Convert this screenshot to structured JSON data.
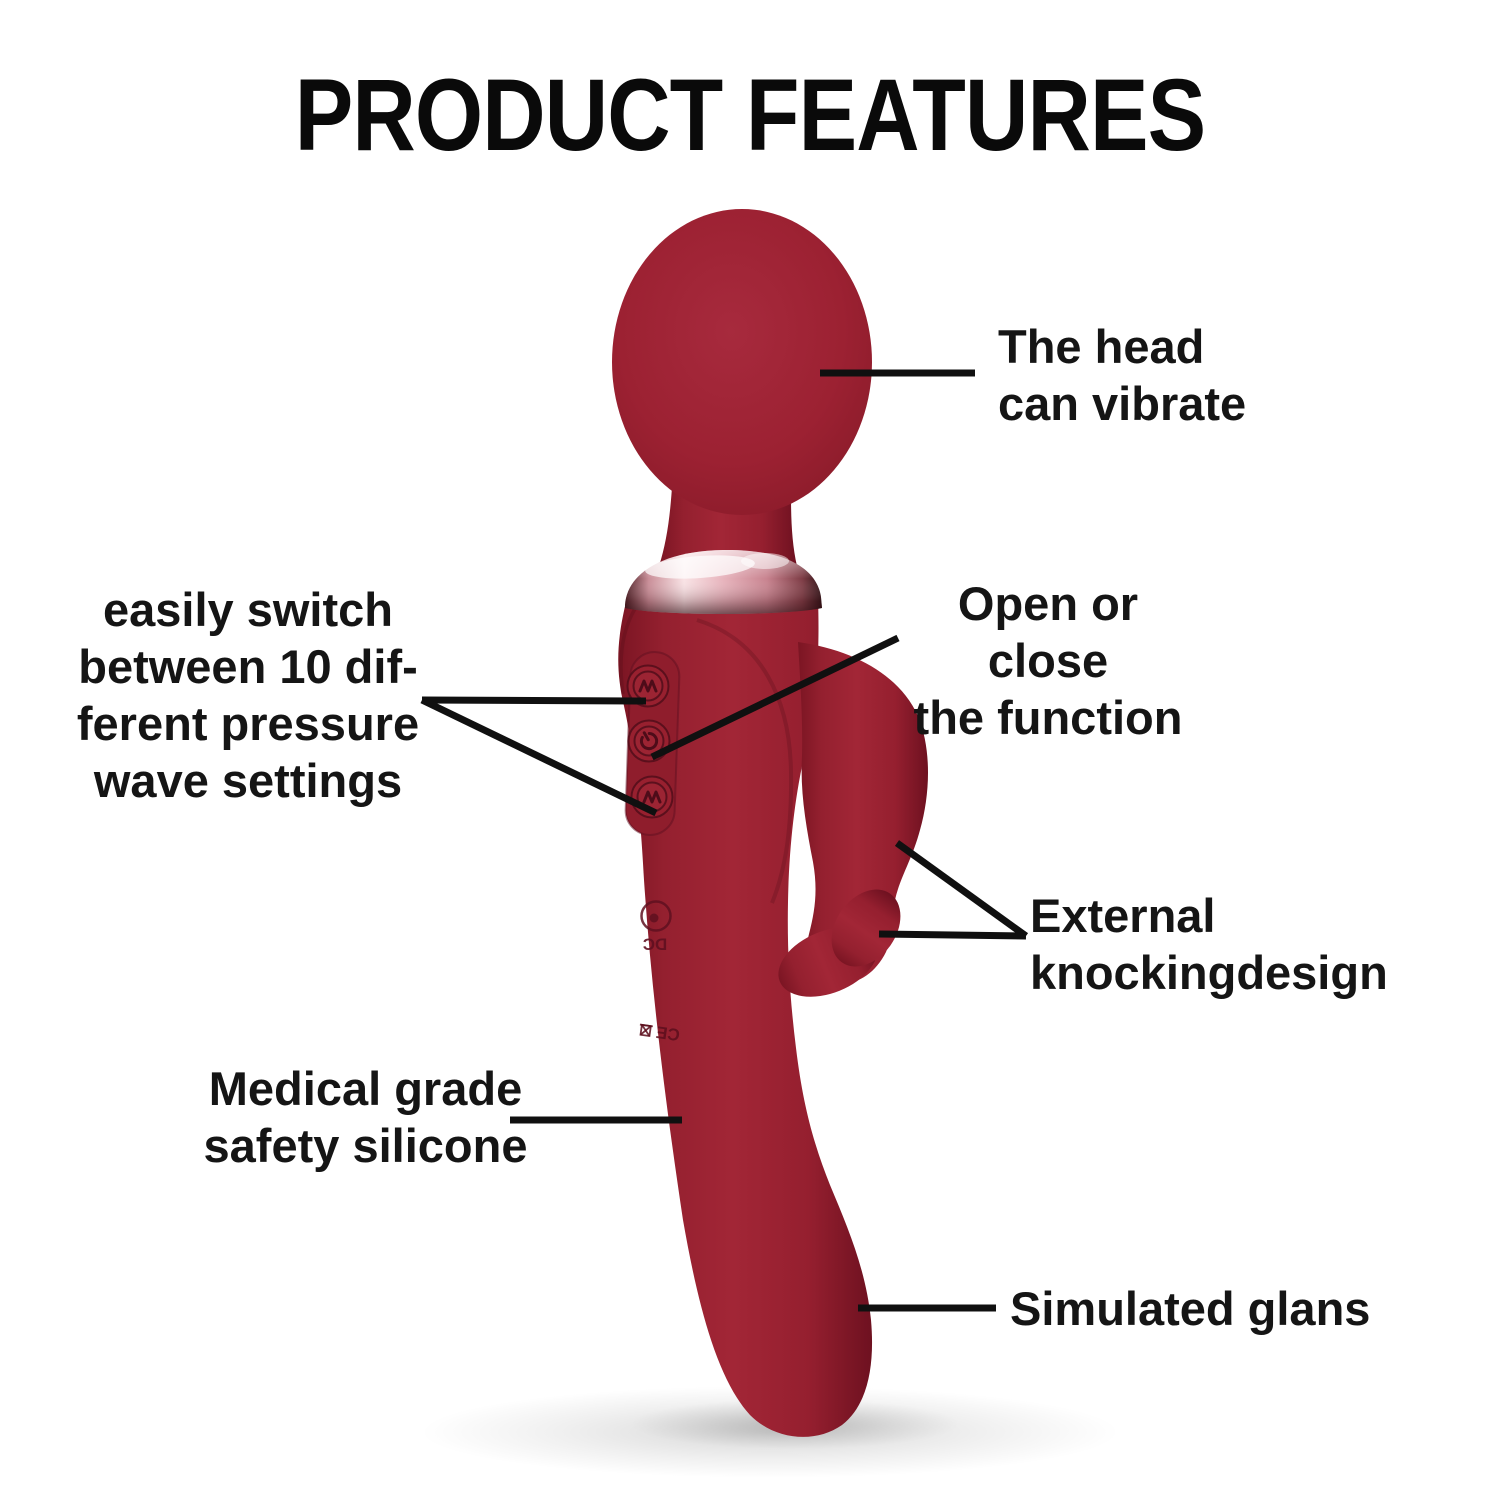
{
  "title": "PRODUCT FEATURES",
  "background_color": "#ffffff",
  "callout_line_color": "#101010",
  "text_color": "#151515",
  "annotations": {
    "head": {
      "lines": [
        "The head",
        "can vibrate"
      ]
    },
    "power": {
      "lines": [
        "Open or close",
        "the function"
      ]
    },
    "pressure_modes": {
      "lines": [
        "easily switch",
        "between 10 dif-",
        "ferent pressure",
        "wave settings"
      ]
    },
    "knocking": {
      "lines": [
        "External",
        "knockingdesign"
      ]
    },
    "silicone": {
      "lines": [
        "Medical grade",
        "safety silicone"
      ]
    },
    "glans": {
      "lines": [
        "Simulated glans"
      ]
    }
  },
  "device": {
    "type": "dual-head wand massager",
    "colors": {
      "body": "#9c2132",
      "body_highlight": "#a82a3d",
      "body_shadow": "#6e1120",
      "collar_light": "#f9e3e5",
      "collar_pink": "#e3a7b1",
      "collar_dark": "#331015"
    },
    "buttons": [
      {
        "icon": "vibration-wave-icon"
      },
      {
        "icon": "power-icon"
      },
      {
        "icon": "vibration-wave-icon"
      }
    ],
    "markings": {
      "charging_port_label": "DC",
      "certification_label": "CE"
    }
  }
}
